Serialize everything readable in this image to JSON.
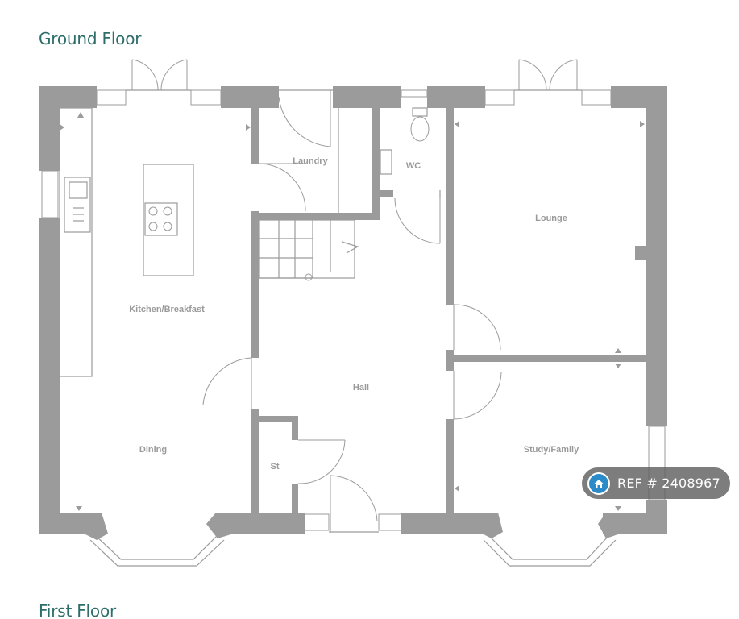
{
  "floors": {
    "ground_title": "Ground Floor",
    "first_title": "First Floor"
  },
  "rooms": {
    "laundry": "Laundry",
    "wc": "WC",
    "lounge": "Lounge",
    "kitchen": "Kitchen/Breakfast",
    "hall": "Hall",
    "dining": "Dining",
    "store": "St",
    "study": "Study/Family"
  },
  "reference": {
    "text": "REF # 2408967",
    "icon": "home-icon"
  },
  "colors": {
    "heading": "#2e6e6a",
    "walls": "#9b9b9b",
    "room_labels": "#9a9a9a",
    "badge_background": "#606060",
    "badge_icon": "#2a8bc8"
  }
}
